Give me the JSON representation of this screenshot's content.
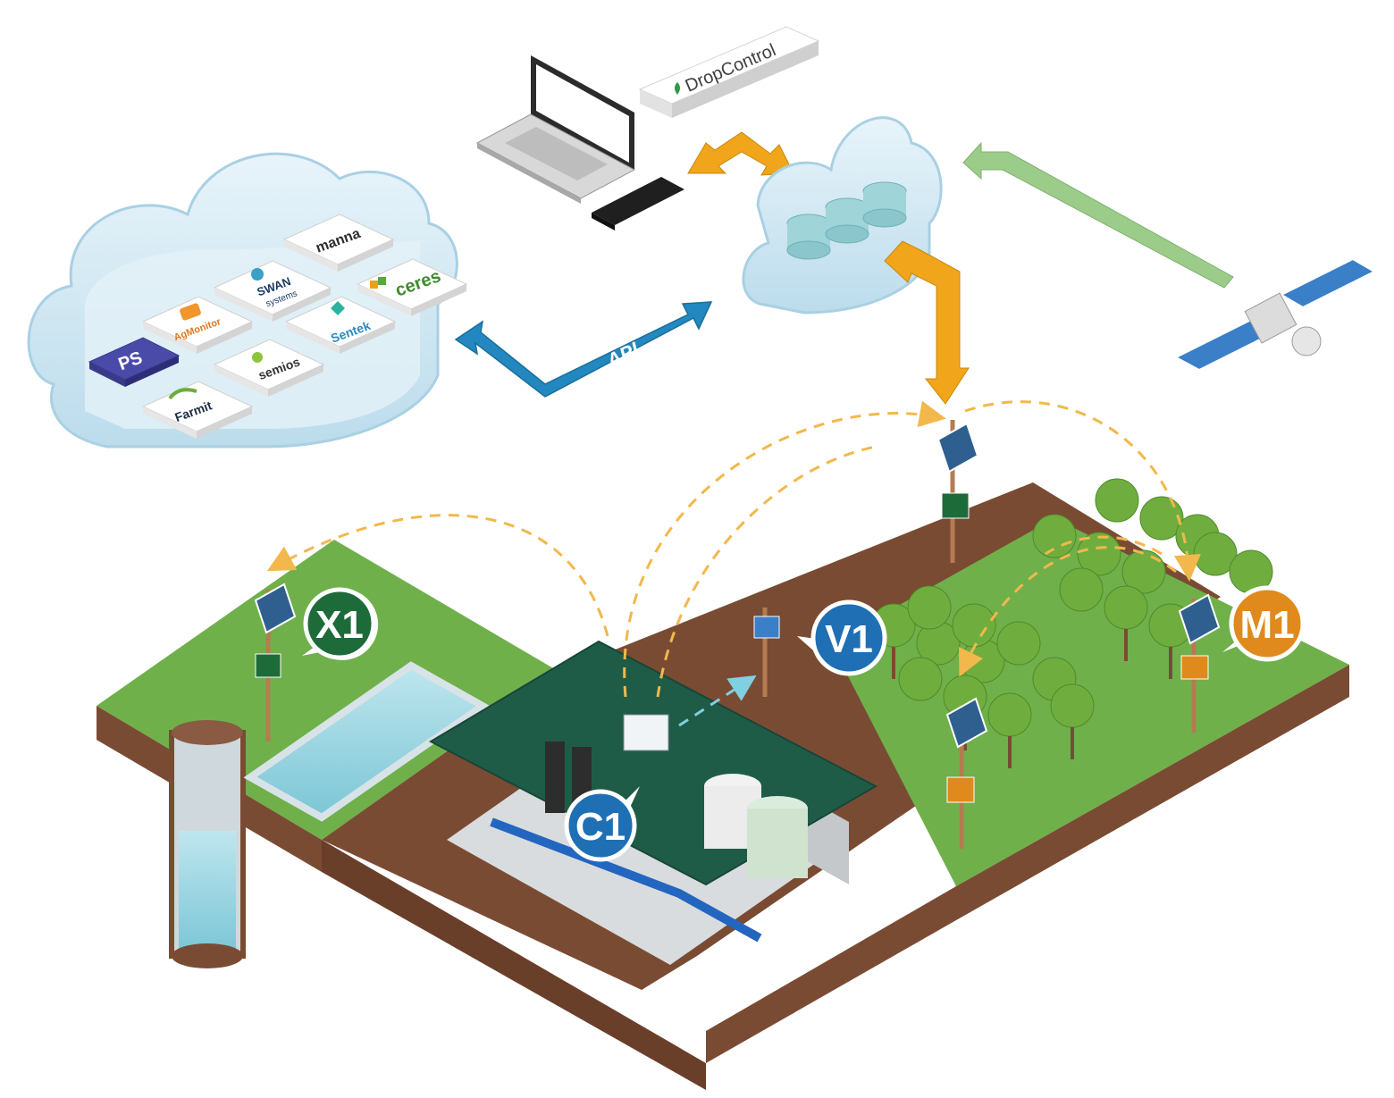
{
  "brand": {
    "name": "DropControl"
  },
  "api_label": "API",
  "partners": [
    {
      "id": "manna",
      "label": "manna"
    },
    {
      "id": "swan",
      "label": "SWAN",
      "sub": "systems"
    },
    {
      "id": "ceres",
      "label": "ceres"
    },
    {
      "id": "agmonitor",
      "label": "AgMonitor"
    },
    {
      "id": "sentek",
      "label": "Sentek"
    },
    {
      "id": "ps",
      "label": "PS"
    },
    {
      "id": "semios",
      "label": "semios"
    },
    {
      "id": "farmit",
      "label": "Farmit"
    }
  ],
  "badges": {
    "x1": {
      "label": "X1",
      "color": "#1e6b3a"
    },
    "v1": {
      "label": "V1",
      "color": "#1f6fb5"
    },
    "c1": {
      "label": "C1",
      "color": "#1f6fb5"
    },
    "m1": {
      "label": "M1",
      "color": "#e08a1e"
    }
  },
  "colors": {
    "cloud": "#d9ecf5",
    "arrow_orange": "#f0a51a",
    "arrow_blue": "#2288bf",
    "arrow_green": "#9ccc8a",
    "grass": "#6fb04b",
    "soil": "#7a4b33"
  }
}
